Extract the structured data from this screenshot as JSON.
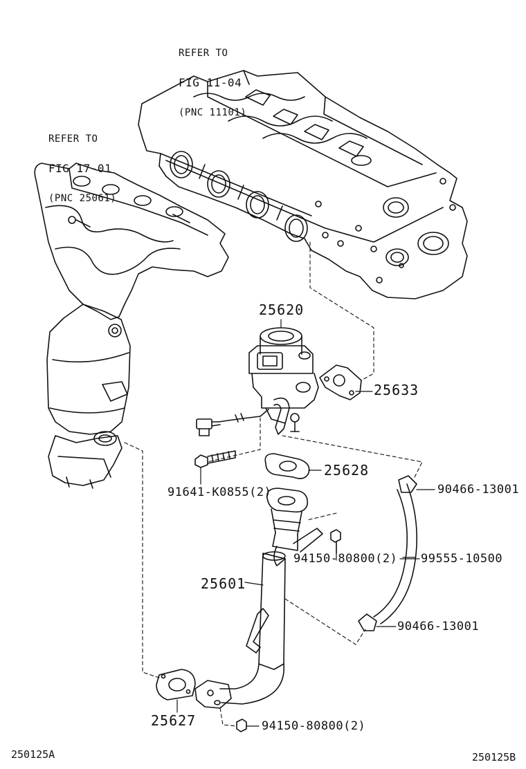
{
  "refs": [
    {
      "id": "ref-fig-11-04",
      "lines": [
        "REFER TO",
        "FIG 11-04",
        "(PNC 11101)"
      ]
    },
    {
      "id": "ref-fig-17-01",
      "lines": [
        "REFER TO",
        "FIG 17-01",
        "(PNC 25061)"
      ]
    }
  ],
  "parts": {
    "p25620": "25620",
    "p25633": "25633",
    "p25628": "25628",
    "p91641": "91641-K0855(2)",
    "p90466_top": "90466-13001",
    "p94150_mid": "94150-80800(2)",
    "p99555": "99555-10500",
    "p25601": "25601",
    "p90466_bot": "90466-13001",
    "p25627": "25627",
    "p94150_bot": "94150-80800(2)"
  },
  "codes": {
    "left": "250125A",
    "right": "250125B"
  },
  "colors": {
    "line": "#111111",
    "background": "#ffffff"
  }
}
